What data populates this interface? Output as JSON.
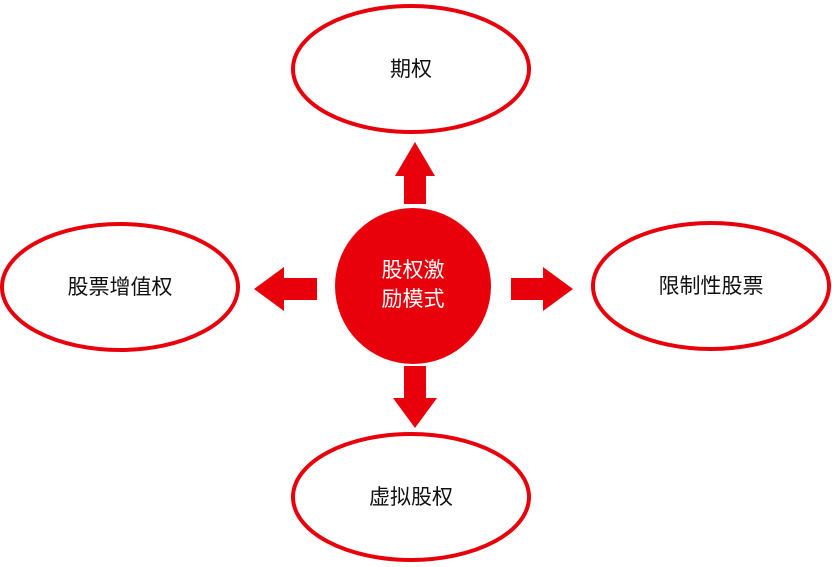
{
  "colors": {
    "accent": "#e8000b",
    "text": "#111111",
    "center_text": "#ffffff"
  },
  "center": {
    "line1": "股权激",
    "line2": "励模式"
  },
  "nodes": {
    "top": "期权",
    "left": "股票增值权",
    "right": "限制性股票",
    "bottom": "虚拟股权"
  }
}
